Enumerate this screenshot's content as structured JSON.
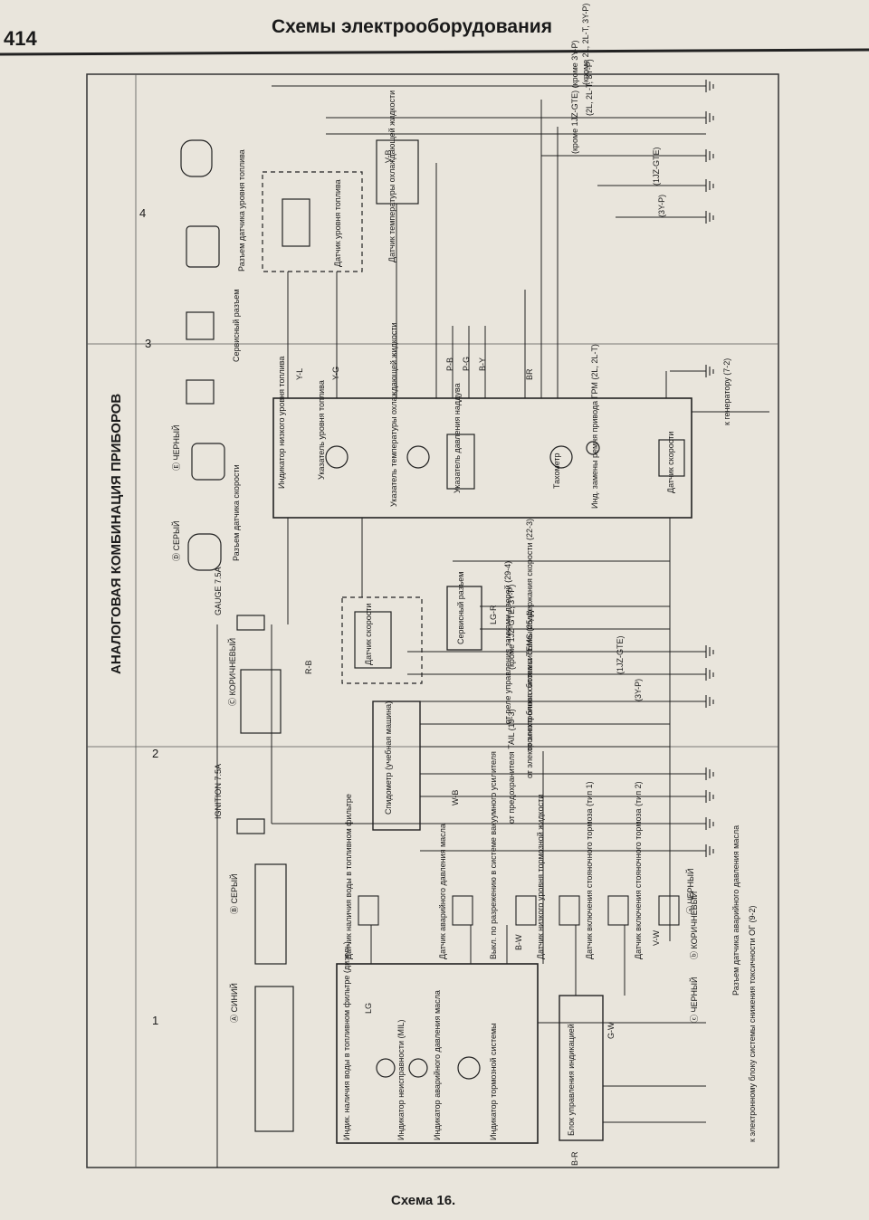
{
  "header": {
    "page_number": "414",
    "title": "Схемы электрооборудования"
  },
  "footer": {
    "caption": "Схема 16."
  },
  "section_title": "АНАЛОГОВАЯ КОМБИНАЦИЯ ПРИБОРОВ",
  "zones": [
    "1",
    "2",
    "3",
    "4"
  ],
  "fuses": {
    "gauge": "GAUGE 7.5A",
    "ignition": "IGNITION 7.5A"
  },
  "connectors": {
    "blue": "Ⓐ СИНИЙ",
    "gray": "Ⓑ СЕРЫЙ",
    "brown": "Ⓒ КОРИЧНЕВЫЙ",
    "gray2": "Ⓓ СЕРЫЙ",
    "black": "Ⓔ ЧЕРНЫЙ",
    "speed_connector": "Разъем датчика скорости",
    "service_connector": "Сервисный разъем",
    "fuel_connector": "Разъем датчика уровня топлива",
    "oil_connector": "Разъем датчика аварийного давления масла",
    "black2": "ⓐ ЧЕРНЫЙ",
    "brown2": "ⓑ КОРИЧНЕВЫЙ",
    "black3": "ⓒ ЧЕРНЫЙ"
  },
  "instruments": {
    "low_fuel_indicator": "Индикатор низкого уровня топлива",
    "fuel_gauge": "Указатель уровня топлива",
    "coolant_temp_gauge": "Указатель температуры охлаждающей жидкости",
    "boost_gauge": "Указатель давления наддува",
    "tachometer": "Тахометр",
    "belt_indicator": "Инд. замены ремня привода ГРМ (2L, 2L-T)",
    "speed_sensor": "Датчик скорости",
    "speedometer": "Спидометр (учебная машина)",
    "speed_sensor_box": "Датчик скорости",
    "service_box": "Сервисный разъем",
    "water_indicator": "Индик. наличия воды в топливном фильтре (дизель)",
    "fault_indicator": "Индикатор неисправности (MIL)",
    "oil_indicator": "Индикатор аварийного давления масла",
    "brake_indicator": "Индикатор тормозной системы",
    "control_block": "Блок управления индикацией"
  },
  "sensors": {
    "fuel_level_sensor": "Датчик уровня топлива",
    "coolant_sensor": "Датчик температуры охлаждающей жидкости",
    "water_sensor": "Датчик наличия воды в топливном фильтре",
    "oil_sensor": "Датчик аварийного давления масла",
    "vacuum_switch": "Выкл. по разрежению в системе вакуумного усилителя",
    "brake_fluid": "Датчик низкого уровня тормозной жидкости",
    "parking_brake1": "Датчик включения стояночного тормоза (тип 1)",
    "parking_brake2": "Датчик включения стояночного тормоза (тип 2)"
  },
  "right_labels": [
    "(кроме 2L, 2L-T, 3Y-P)",
    "(2L, 2L-T, 3Y-P)",
    "(кроме 1JZ-GTE) (кроме 3Y-P)",
    "(1JZ-GTE)",
    "(3Y-P)",
    "к генератору (7-2)",
    "(кроме 1JZ-GTE, 3Y-P)",
    "(1JZ-GTE)",
    "(3Y-P)",
    "от реле управления замками дверей (29-4)",
    "от электронного блока системы поддержания скорости (22-3)",
    "от электронного блока системы TEMS (25-4)",
    "от предохранителя TAIL (19-3)",
    "к электронному блоку системы снижения токсичности ОГ (9-2)"
  ],
  "wire_codes": [
    "B-R",
    "R-B",
    "Y-L",
    "Y-G",
    "V-B",
    "LG-R",
    "B-W",
    "G-W",
    "P-B",
    "P-G",
    "B-Y",
    "V-W",
    "W-B",
    "BR",
    "LG"
  ]
}
